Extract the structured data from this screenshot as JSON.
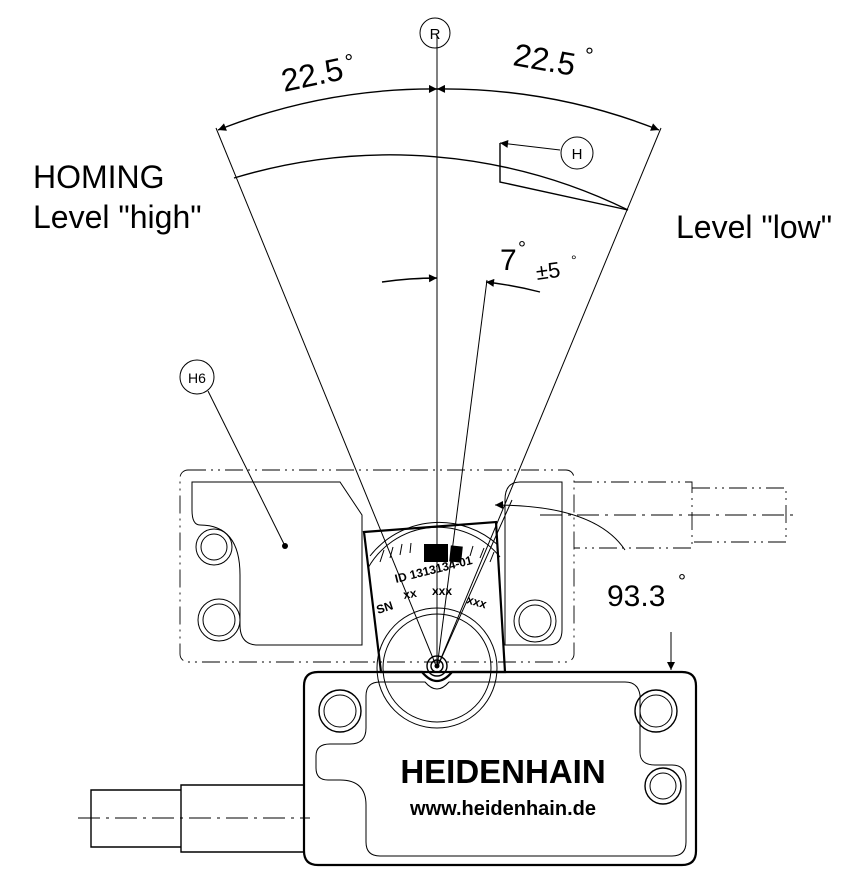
{
  "labels": {
    "ref_r": "R",
    "ref_h": "H",
    "ref_h6": "H6",
    "angle_left": "22.5",
    "angle_right": "22.5",
    "angle_switch": "7",
    "angle_tolerance": "±5",
    "angle_cable": "93.3",
    "degree_symbol": "°",
    "homing_title": "HOMING",
    "level_high": "Level \"high\"",
    "level_low": "Level \"low\"",
    "scale_id": "ID 1313134-01",
    "scale_sn": "SN",
    "scale_xx": "xx",
    "scale_xxx_1": "xxx",
    "scale_xxx_2": "xxx",
    "brand": "HEIDENHAIN",
    "website": "www.heidenhain.de"
  }
}
